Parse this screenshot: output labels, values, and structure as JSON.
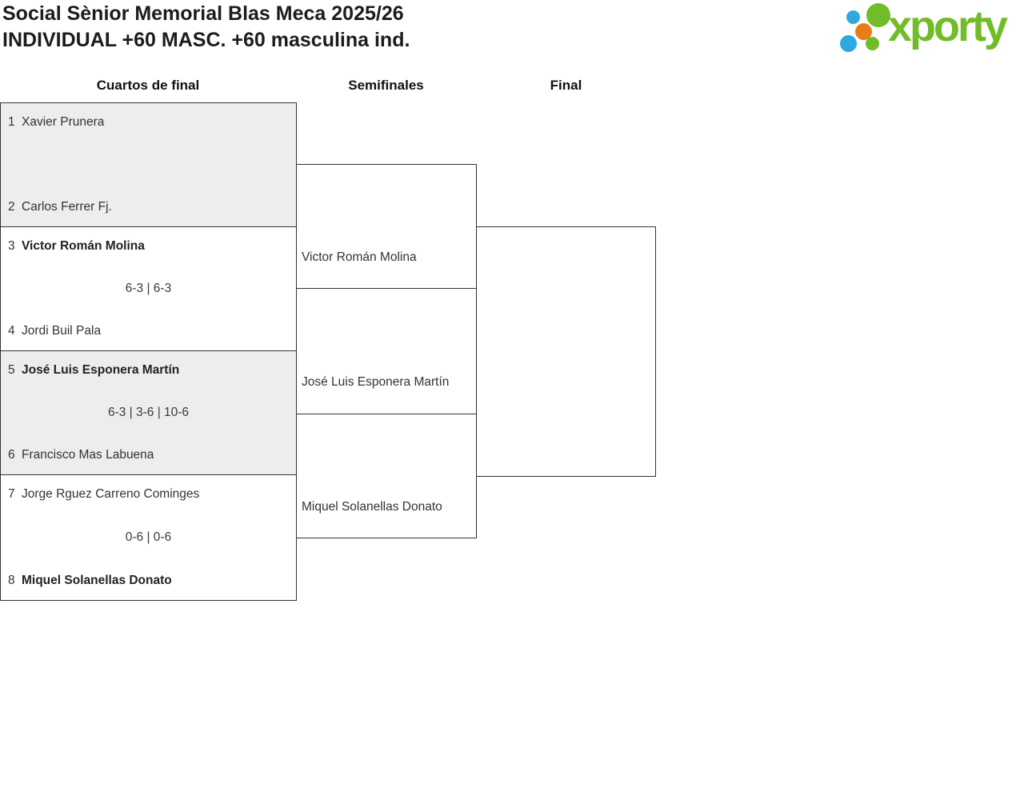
{
  "page": {
    "title_line1": "Social Sènior Memorial Blas Meca 2025/26",
    "title_line2": "INDIVIDUAL +60 MASC. +60 masculina ind."
  },
  "logo": {
    "text": "xporty",
    "dot_colors": {
      "blue": "#2ea9e0",
      "green": "#72bc29",
      "orange": "#e87d17"
    }
  },
  "round_headers": {
    "quarterfinals": "Cuartos de final",
    "semifinals": "Semifinales",
    "final": "Final"
  },
  "bracket": {
    "quarterfinals": [
      {
        "p1_seed": "1",
        "p1_name": "Xavier Prunera",
        "p1_winner": false,
        "score": "",
        "p2_seed": "2",
        "p2_name": "Carlos Ferrer Fj.",
        "p2_winner": false
      },
      {
        "p1_seed": "3",
        "p1_name": "Victor Román Molina",
        "p1_winner": true,
        "score": "6-3 | 6-3",
        "p2_seed": "4",
        "p2_name": "Jordi Buil Pala",
        "p2_winner": false
      },
      {
        "p1_seed": "5",
        "p1_name": "José Luis Esponera Martín",
        "p1_winner": true,
        "score": "6-3 | 3-6 | 10-6",
        "p2_seed": "6",
        "p2_name": "Francisco Mas Labuena",
        "p2_winner": false
      },
      {
        "p1_seed": "7",
        "p1_name": "Jorge Rguez Carreno Cominges",
        "p1_winner": false,
        "score": "0-6 | 0-6",
        "p2_seed": "8",
        "p2_name": "Miquel Solanellas Donato",
        "p2_winner": true
      }
    ],
    "semifinals": [
      {
        "slot1_name": "",
        "slot2_name": "Victor Román Molina",
        "score": ""
      },
      {
        "slot1_name": "José Luis Esponera Martín",
        "slot2_name": "Miquel Solanellas Donato",
        "score": ""
      }
    ],
    "final": {
      "slot1_name": "",
      "slot2_name": "",
      "score": ""
    }
  },
  "colors": {
    "match_alt_bg": "#ededed",
    "border": "#333333",
    "title_text": "#1c1c1c",
    "player_text": "#333333"
  }
}
